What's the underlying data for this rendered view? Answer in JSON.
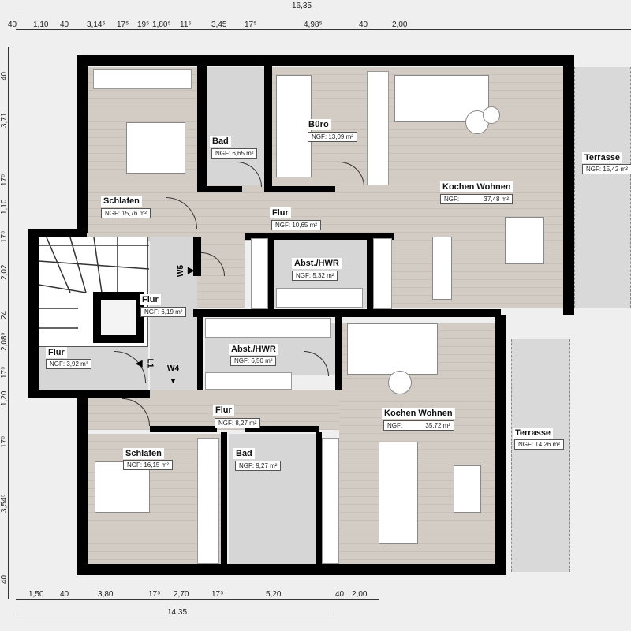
{
  "dimensions": {
    "top_total": "16,35",
    "top": [
      "40",
      "1,10",
      "40",
      "3,14⁵",
      "17⁵",
      "19⁵",
      "1,80⁵",
      "11⁵",
      "3,45",
      "17⁵",
      "4,98⁵",
      "40",
      "2,00"
    ],
    "bottom": [
      "1,50",
      "40",
      "3,80",
      "17⁵",
      "2,70",
      "17⁵",
      "5,20",
      "40",
      "2,00"
    ],
    "bottom_total": "14,35",
    "left": [
      "40",
      "3,71",
      "17⁵",
      "1,10",
      "17⁵",
      "2,02",
      "24",
      "2,08⁵",
      "17⁵",
      "1,20",
      "17⁵",
      "3,54⁵",
      "40"
    ]
  },
  "rooms": {
    "schlafen_upper": {
      "name": "Schlafen",
      "area": "NGF: 15,76 m²"
    },
    "bad_upper": {
      "name": "Bad",
      "area": "NGF: 6,65 m²"
    },
    "buero": {
      "name": "Büro",
      "area": "NGF: 13,09 m²"
    },
    "flur_upper": {
      "name": "Flur",
      "area": "NGF: 10,65 m²"
    },
    "kochen_upper": {
      "name": "Kochen Wohnen",
      "area_label": "NGF:",
      "area": "37,48 m²"
    },
    "terrasse_upper": {
      "name": "Terrasse",
      "area": "NGF: 15,42 m²"
    },
    "abst_upper": {
      "name": "Abst./HWR",
      "area": "NGF: 5,32 m²"
    },
    "flur_stair": {
      "name": "Flur",
      "area": "NGF: 6,19 m²"
    },
    "flur_small": {
      "name": "Flur",
      "area": "NGF: 3,92 m²"
    },
    "abst_lower": {
      "name": "Abst./HWR",
      "area": "NGF: 6,50 m²"
    },
    "flur_lower": {
      "name": "Flur",
      "area": "NGF: 8,27 m²"
    },
    "kochen_lower": {
      "name": "Kochen Wohnen",
      "area_label": "NGF:",
      "area": "35,72 m²"
    },
    "terrasse_lower": {
      "name": "Terrasse",
      "area": "NGF: 14,26 m²"
    },
    "schlafen_lower": {
      "name": "Schlafen",
      "area": "NGF: 16,15 m²"
    },
    "bad_lower": {
      "name": "Bad",
      "area": "NGF: 9,27 m²"
    }
  },
  "markers": {
    "w5": "W5",
    "w4": "W4",
    "l1": "L1"
  }
}
